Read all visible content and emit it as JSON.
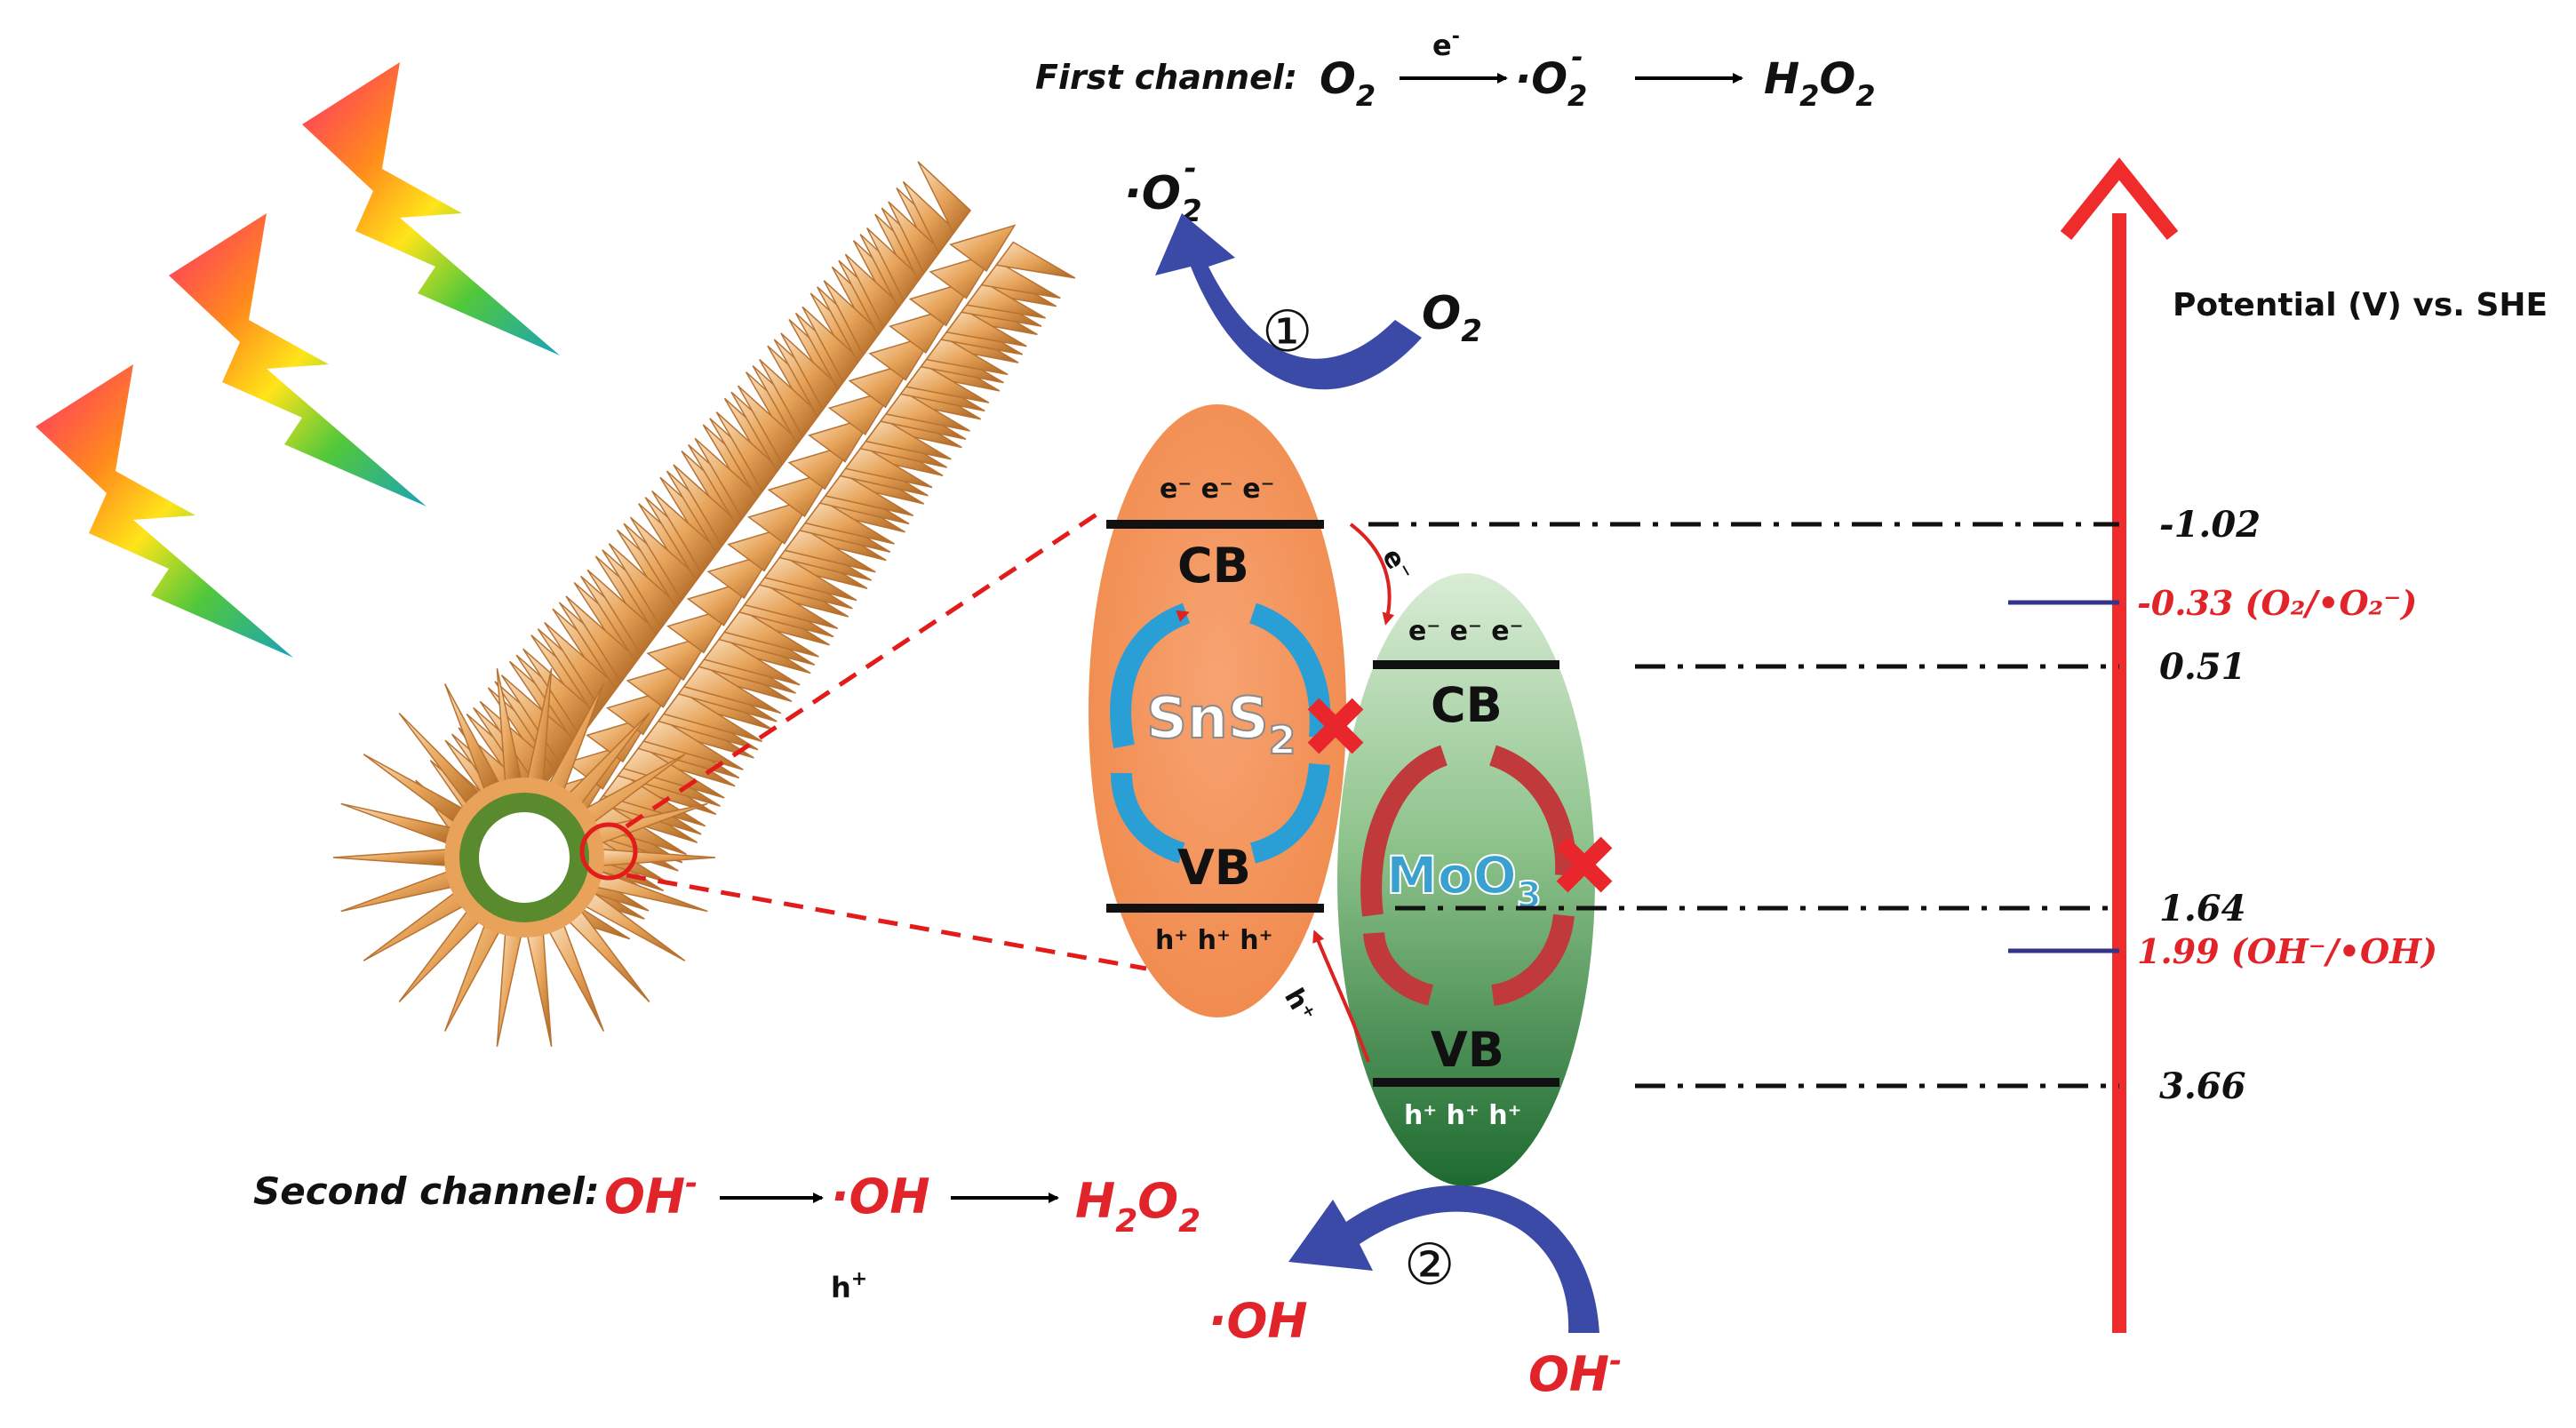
{
  "first_channel": {
    "label": "First channel:",
    "o2": "O",
    "o2_sub": "2",
    "arrow_label": "e",
    "arrow_label_sup": "-",
    "radical": "·O",
    "radical_sub": "2",
    "radical_sup": "-",
    "product": "H",
    "product_sub1": "2",
    "product_mid": "O",
    "product_sub2": "2"
  },
  "second_channel": {
    "label": "Second channel:",
    "reactant": "OH",
    "reactant_sup": "-",
    "radical": "·OH",
    "product": "H",
    "product_sub1": "2",
    "product_mid": "O",
    "product_sub2": "2",
    "below_label": "h",
    "below_label_sup": "+"
  },
  "reaction_top": {
    "radical": "·O",
    "radical_sub": "2",
    "radical_sup": "-",
    "reactant": "O",
    "reactant_sub": "2",
    "step": "①"
  },
  "reaction_bottom": {
    "radical": "·OH",
    "reactant": "OH",
    "reactant_sup": "-",
    "step": "②"
  },
  "sns2": {
    "name": "SnS",
    "name_sub": "2",
    "cb_label": "CB",
    "vb_label": "VB",
    "electrons": "e⁻ e⁻ e⁻",
    "holes": "h⁺ h⁺ h⁺"
  },
  "moo3": {
    "name": "MoO",
    "name_sub": "3",
    "cb_label": "CB",
    "vb_label": "VB",
    "electrons": "e⁻ e⁻ e⁻",
    "holes": "h⁺ h⁺ h⁺"
  },
  "transfer": {
    "electron": "e⁻",
    "hole": "h⁺"
  },
  "potential_axis": {
    "title": "Potential (V) vs. SHE",
    "levels": [
      {
        "value": "-1.02"
      },
      {
        "value": "-0.33 (O₂/•O₂⁻)",
        "red": true
      },
      {
        "value": "0.51"
      },
      {
        "value": "1.64"
      },
      {
        "value": "1.99 (OH⁻/•OH)",
        "red": true
      },
      {
        "value": "3.66"
      }
    ]
  },
  "colors": {
    "sns2_fill": "#f4935a",
    "moo3_fill_top": "#c8e3c4",
    "moo3_fill_bottom": "#1f6f32",
    "axis_red": "#ef2b2b",
    "reaction_blue": "#3b4aa6",
    "label_red": "#e0242a",
    "cycle_blue": "#2a9fd6",
    "cycle_red": "#c0393b",
    "ring_green": "#5a8a2e"
  }
}
